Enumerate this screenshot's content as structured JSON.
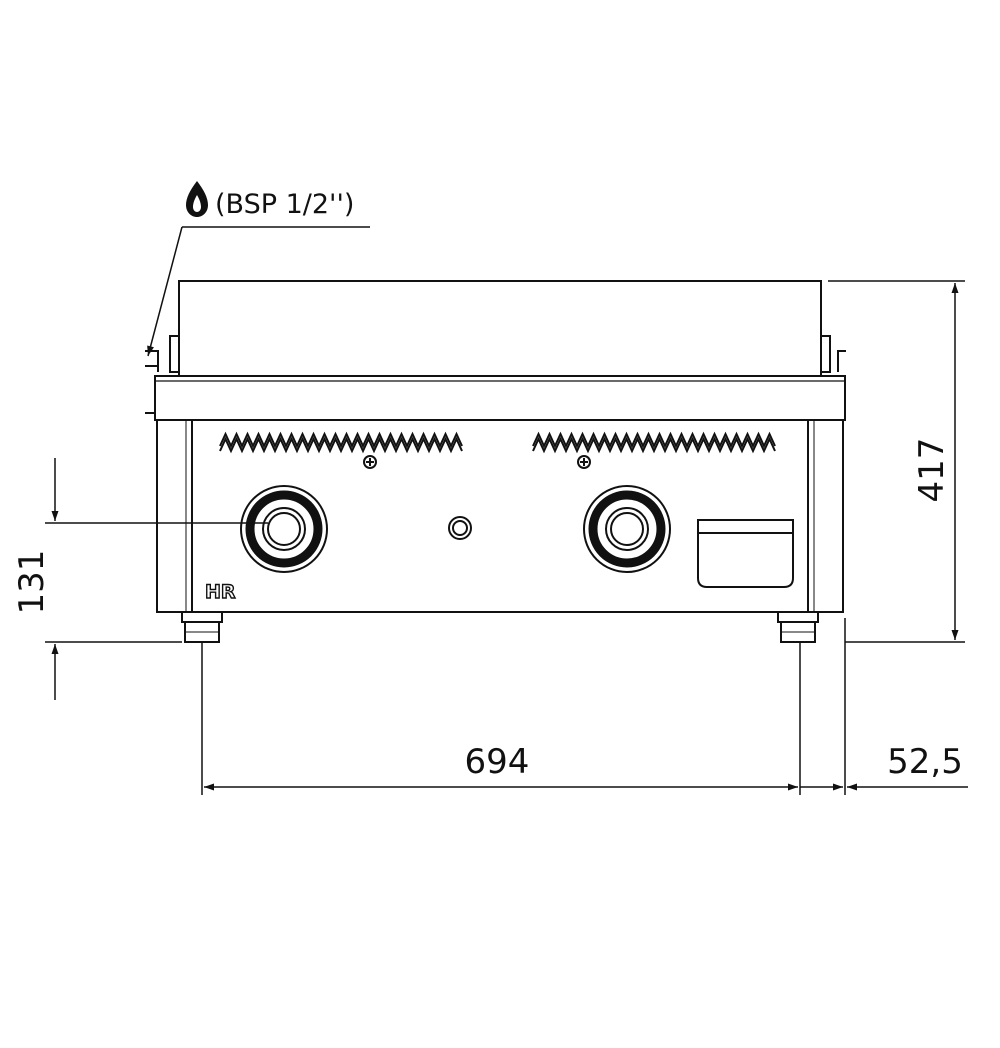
{
  "drawing": {
    "gas_connection": {
      "icon": "gas-flame-icon",
      "label": "(BSP 1/2'')"
    },
    "brand_logo": "HR",
    "dimensions": {
      "total_height": "417",
      "foot_height": "131",
      "width_between_feet": "694",
      "side_offset": "52,5"
    },
    "colors": {
      "line": "#111111",
      "background": "#ffffff"
    }
  }
}
